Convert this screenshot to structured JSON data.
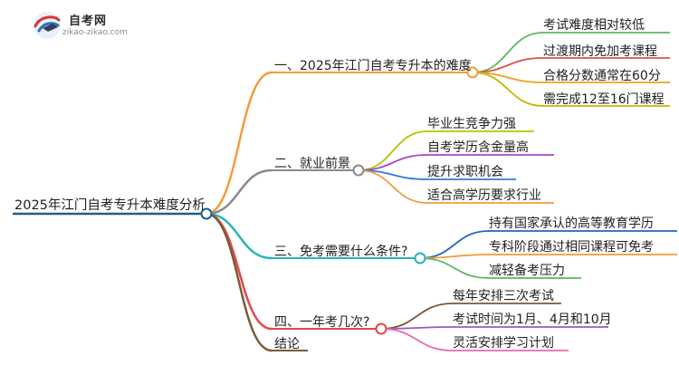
{
  "logo": {
    "title": "自考网",
    "subtitle": "zikao-zikao.com",
    "icon": "graduation-cap-icon"
  },
  "root": {
    "label": "2025年江门自考专升本难度分析",
    "color": "#1f5f8b"
  },
  "branches": [
    {
      "label": "一、2025年江门自考专升本的难度",
      "color": "#f39c3a",
      "children": [
        {
          "label": "考试难度相对较低",
          "color": "#5cb85c"
        },
        {
          "label": "过渡期内免加考课程",
          "color": "#d9534f"
        },
        {
          "label": "合格分数通常在60分",
          "color": "#f0a020"
        },
        {
          "label": "需完成12至16门课程",
          "color": "#c8b400"
        }
      ]
    },
    {
      "label": "二、就业前景",
      "color": "#8a8a8a",
      "children": [
        {
          "label": "毕业生竞争力强",
          "color": "#b5c400"
        },
        {
          "label": "自考学历含金量高",
          "color": "#a64ac9"
        },
        {
          "label": "提升求职机会",
          "color": "#2f7fd4"
        },
        {
          "label": "适合高学历要求行业",
          "color": "#f39c3a"
        }
      ]
    },
    {
      "label": "三、免考需要什么条件?",
      "color": "#26b5b8",
      "children": [
        {
          "label": "持有国家承认的高等教育学历",
          "color": "#2a62b8"
        },
        {
          "label": "专科阶段通过相同课程可免考",
          "color": "#f39c3a"
        },
        {
          "label": "减轻备考压力",
          "color": "#5cb85c"
        }
      ]
    },
    {
      "label": "四、一年考几次?",
      "color": "#e04a4a",
      "children": [
        {
          "label": "每年安排三次考试",
          "color": "#7b5a3a"
        },
        {
          "label": "考试时间为1月、4月和10月",
          "color": "#9b59b6"
        },
        {
          "label": "灵活安排学习计划",
          "color": "#e86bb0"
        }
      ]
    },
    {
      "label": "结论",
      "color": "#7b5a3a",
      "children": []
    }
  ]
}
